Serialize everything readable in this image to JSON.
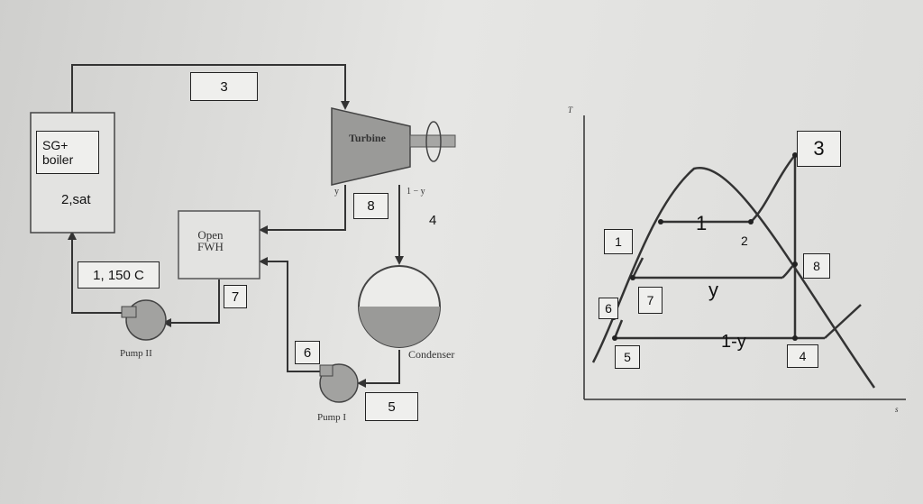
{
  "cycle": {
    "sg_boiler": "SG+\nboiler",
    "sg_state": "2,sat",
    "state1": "1, 150 C",
    "state3": "3",
    "state8": "8",
    "state4": "4",
    "state7": "7",
    "state6": "6",
    "state5": "5",
    "turbine": "Turbine",
    "y_frac": "y",
    "one_minus_y": "1 − y",
    "fwh": "Open\nFWH",
    "condenser": "Condenser",
    "pump2": "Pump II",
    "pump1": "Pump I"
  },
  "ts": {
    "t_axis": "T",
    "s_axis": "s",
    "b3": "3",
    "b1": "1",
    "t1": "1",
    "t2": "2",
    "b8": "8",
    "b7": "7",
    "ty": "y",
    "b6": "6",
    "b5": "5",
    "t1y": "1-y",
    "b4": "4"
  }
}
